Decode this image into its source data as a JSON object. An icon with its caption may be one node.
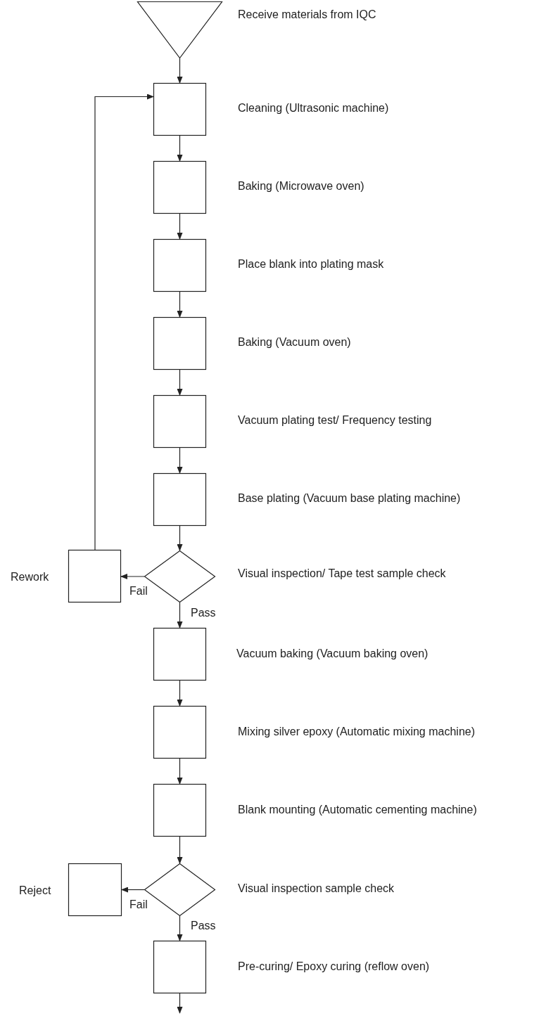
{
  "diagram": {
    "nodes": [
      {
        "text": [],
        "shape": "triangle",
        "beside": [
          "Receive materials from IQC"
        ]
      },
      {
        "text": [],
        "shape": "box",
        "beside": [
          "Cleaning (Ultrasonic machine)"
        ]
      },
      {
        "text": [],
        "shape": "box",
        "beside": [
          "Baking (Microwave oven)"
        ]
      },
      {
        "text": [],
        "shape": "box",
        "beside": [
          "Place blank into plating mask"
        ]
      },
      {
        "text": [],
        "shape": "box",
        "beside": [
          "Baking (Vacuum oven)"
        ]
      },
      {
        "text": [],
        "shape": "box",
        "beside": [
          "Vacuum plating test/ Frequency testing"
        ]
      },
      {
        "text": [],
        "shape": "box",
        "beside": [
          "Base plating (Vacuum base plating machine)"
        ]
      },
      {
        "text": [],
        "shape": "diamond",
        "beside": [
          "Visual inspection/ Tape test sample check"
        ]
      },
      {
        "text": [],
        "shape": "box",
        "beside": [
          "Rework"
        ]
      },
      {
        "text": [],
        "shape": "box",
        "beside": [
          "Vacuum baking (Vacuum baking oven)"
        ]
      },
      {
        "text": [],
        "shape": "box",
        "beside": [
          "Mixing silver epoxy (Automatic mixing machine)"
        ]
      },
      {
        "text": [],
        "shape": "box",
        "beside": [
          "Blank mounting (Automatic cementing machine)"
        ]
      },
      {
        "text": [],
        "shape": "diamond",
        "beside": [
          "Visual inspection sample check"
        ]
      },
      {
        "text": [],
        "shape": "box",
        "beside": [
          "Reject"
        ]
      },
      {
        "text": [],
        "shape": "box",
        "beside": [
          "Pre-curing/ Epoxy curing (reflow oven)"
        ]
      }
    ],
    "edges": [
      {
        "from": 0,
        "to": 1,
        "arrow": "to"
      },
      {
        "from": 1,
        "to": 2,
        "arrow": "to"
      },
      {
        "from": 2,
        "to": 3,
        "arrow": "to"
      },
      {
        "from": 3,
        "to": 4,
        "arrow": "to"
      },
      {
        "from": 4,
        "to": 5,
        "arrow": "to"
      },
      {
        "from": 5,
        "to": 6,
        "arrow": "to"
      },
      {
        "from": 6,
        "to": 7,
        "arrow": "to"
      },
      {
        "from": 7,
        "to": 8,
        "arrow": "to",
        "label": "Fail"
      },
      {
        "from": 8,
        "to": 1,
        "arrow": "to"
      },
      {
        "from": 7,
        "to": 9,
        "arrow": "to",
        "label": "Pass"
      },
      {
        "from": 9,
        "to": 10,
        "arrow": "to"
      },
      {
        "from": 10,
        "to": 11,
        "arrow": "to"
      },
      {
        "from": 11,
        "to": 12,
        "arrow": "to"
      },
      {
        "from": 12,
        "to": 13,
        "arrow": "to",
        "label": "Fail"
      },
      {
        "from": 12,
        "to": 14,
        "arrow": "to",
        "label": "Pass"
      },
      {
        "from": 14,
        "to": null,
        "arrow": "to"
      }
    ]
  }
}
